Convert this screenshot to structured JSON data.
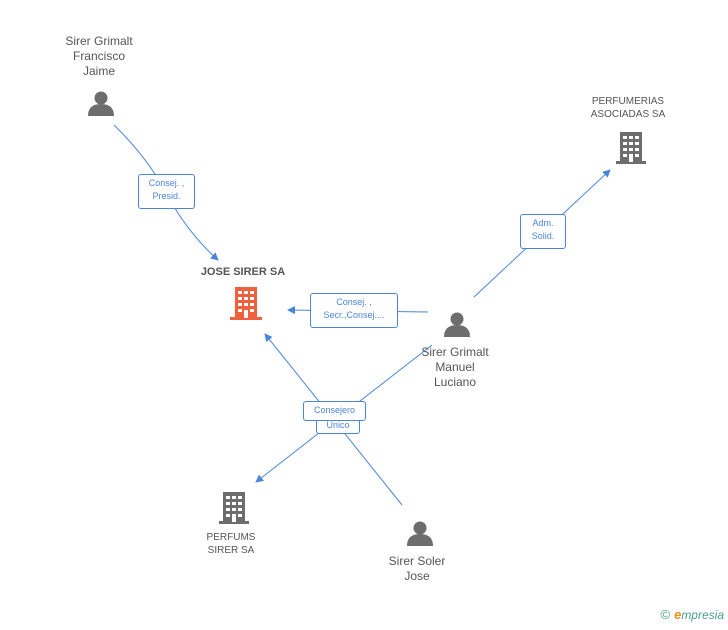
{
  "nodes": {
    "sirer_grimalt_francisco": {
      "label": "Sirer Grimalt\nFrancisco\nJaime"
    },
    "jose_sirer": {
      "label": "JOSE SIRER SA"
    },
    "perfumerias": {
      "label": "PERFUMERIAS\nASOCIADAS SA"
    },
    "sirer_grimalt_manuel": {
      "label": "Sirer Grimalt\nManuel\nLuciano"
    },
    "perfums": {
      "label": "PERFUMS\nSIRER SA"
    },
    "sirer_soler": {
      "label": "Sirer Soler\nJose"
    }
  },
  "relations": {
    "francisco_jose": "Consej. ,\nPresid.",
    "manuel_perfumerias": "Adm.\nSolid.",
    "manuel_jose": "Consej. ,\nSecr.,Consej....",
    "consejero": "Consejero",
    "unico": "Unico"
  },
  "colors": {
    "person": "#6d6d6d",
    "company": "#6d6d6d",
    "main_company": "#f0603c",
    "edge": "#4a86d8"
  },
  "footer": {
    "copyright": "©",
    "brand_initial": "e",
    "brand_rest": "mpresia"
  }
}
